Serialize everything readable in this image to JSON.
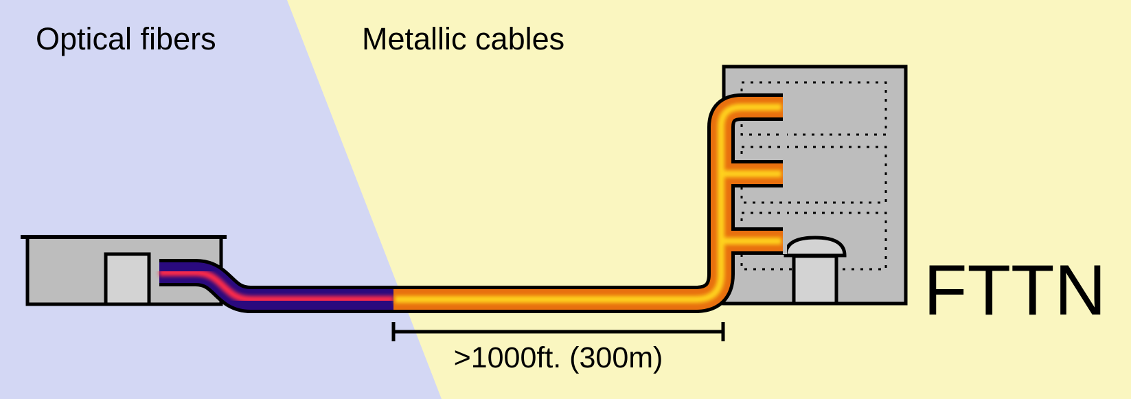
{
  "labels": {
    "optical": "Optical fibers",
    "metallic": "Metallic cables",
    "distance": ">1000ft. (300m)",
    "type": "FTTN"
  },
  "colors": {
    "optical_region": "#d3d7f4",
    "metallic_region": "#faf6c0",
    "building_fill": "#bdbdbd",
    "door_fill": "#d3d3d3",
    "outline": "#000000",
    "fiber_outer": "#2a0a7e",
    "fiber_core": "#ff2a4a",
    "cable_outer": "#e8700f",
    "cable_core": "#ffd21f"
  }
}
